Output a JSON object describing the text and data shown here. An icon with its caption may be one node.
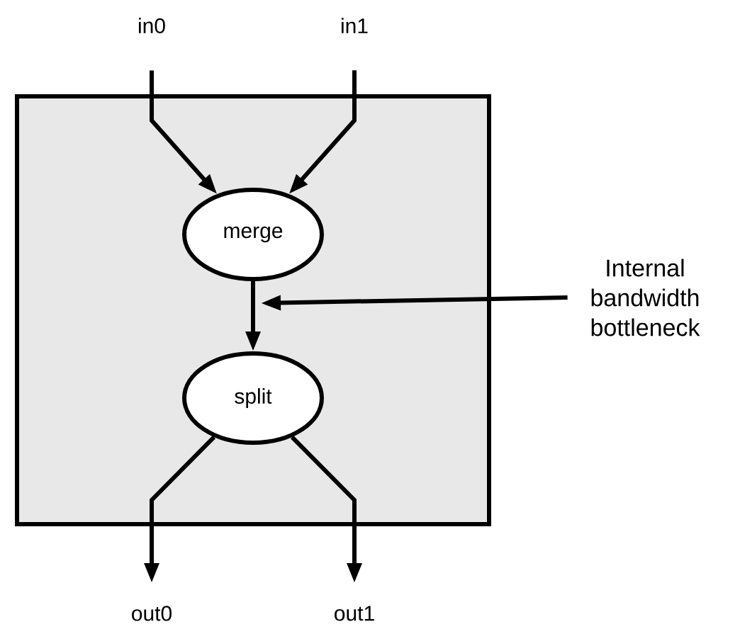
{
  "diagram": {
    "nodes": [
      {
        "text": [],
        "shape": "box"
      },
      {
        "text": [
          "merge"
        ],
        "in": 0
      },
      {
        "text": [
          "split"
        ],
        "in": 0
      },
      {
        "text": [
          "in0"
        ]
      },
      {
        "text": [
          "in1"
        ]
      },
      {
        "text": [
          "out0"
        ]
      },
      {
        "text": [
          "out1"
        ]
      },
      {
        "text": [
          "Internal bandwidth bottleneck"
        ]
      }
    ],
    "edges": [
      {
        "from": 3,
        "to": 1,
        "arrow": "to"
      },
      {
        "from": 4,
        "to": 1,
        "arrow": "to"
      },
      {
        "from": 1,
        "to": 2,
        "arrow": "to"
      },
      {
        "from": 2,
        "to": 5,
        "arrow": "to"
      },
      {
        "from": 2,
        "to": 6,
        "arrow": "to"
      },
      {
        "from": 7,
        "to": null,
        "arrow": "to"
      }
    ]
  }
}
